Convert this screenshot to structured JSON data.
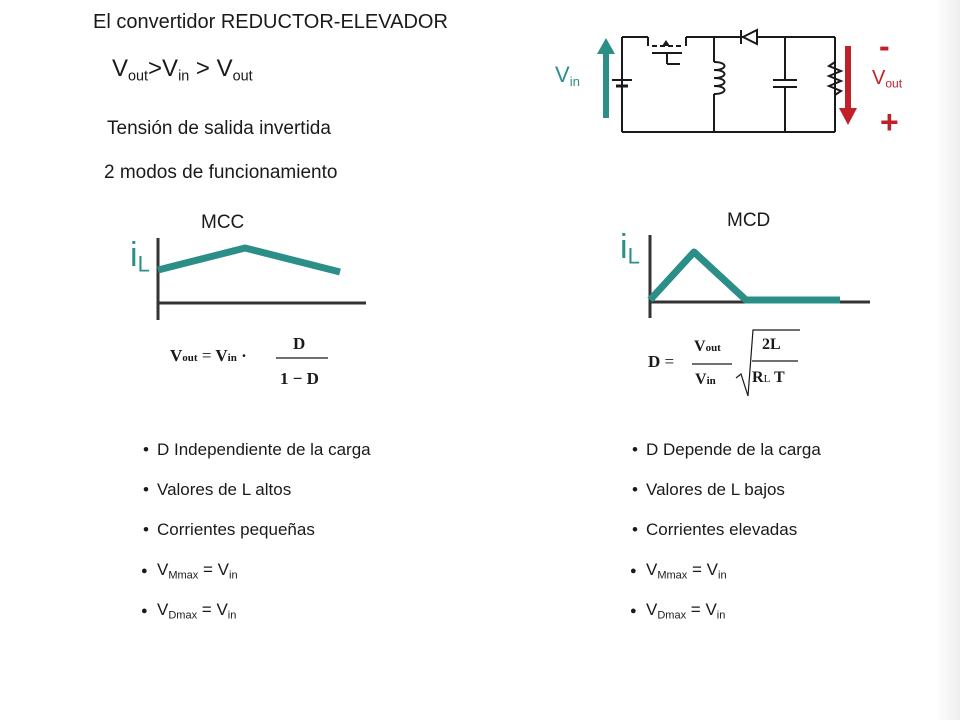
{
  "title": "El convertidor REDUCTOR-ELEVADOR",
  "relation": {
    "v": "V",
    "out": "out",
    "in": "in",
    "gt1": ">",
    "gt2": " > "
  },
  "inverted": "Tensión de salida invertida",
  "modes": "2 modos de funcionamiento",
  "circuit": {
    "vin_v": "V",
    "vin_sub": "in",
    "vout_v": "V",
    "vout_sub": "out",
    "minus": "-",
    "plus": "+"
  },
  "colors": {
    "accent_teal": "#2b8f87",
    "accent_red": "#c0202a",
    "text": "#1a1a1a"
  },
  "mcc": {
    "label": "MCC",
    "iL_i": "i",
    "iL_sub": "L",
    "formula": {
      "vout_v": "V",
      "vout_sub": "out",
      "eq": "=",
      "vin_v": "V",
      "vin_sub": "in",
      "dot": "·",
      "num": "D",
      "den": "1 − D"
    },
    "bullets": [
      "D Independiente de la carga",
      "Valores de L altos",
      "Corrientes pequeñas"
    ],
    "vm": {
      "v": "V",
      "sub": "Mmax",
      "eq": " = V",
      "in": "in"
    },
    "vd": {
      "v": "V",
      "sub": "Dmax",
      "eq": " = V",
      "in": "in"
    }
  },
  "mcd": {
    "label": "MCD",
    "iL_i": "i",
    "iL_sub": "L",
    "formula": {
      "d": "D",
      "eq": "=",
      "vout_v": "V",
      "vout_sub": "out",
      "vin_v": "V",
      "vin_sub": "in",
      "num": "2L",
      "den_r": "R",
      "den_sub": "L",
      "den_t": "T"
    },
    "bullets": [
      "D Depende de la carga",
      "Valores de L bajos",
      "Corrientes elevadas"
    ],
    "vm": {
      "v": "V",
      "sub": "Mmax",
      "eq": "  = V",
      "in": "in"
    },
    "vd": {
      "v": "V",
      "sub": "Dmax",
      "eq": "  = V",
      "in": "in"
    }
  }
}
